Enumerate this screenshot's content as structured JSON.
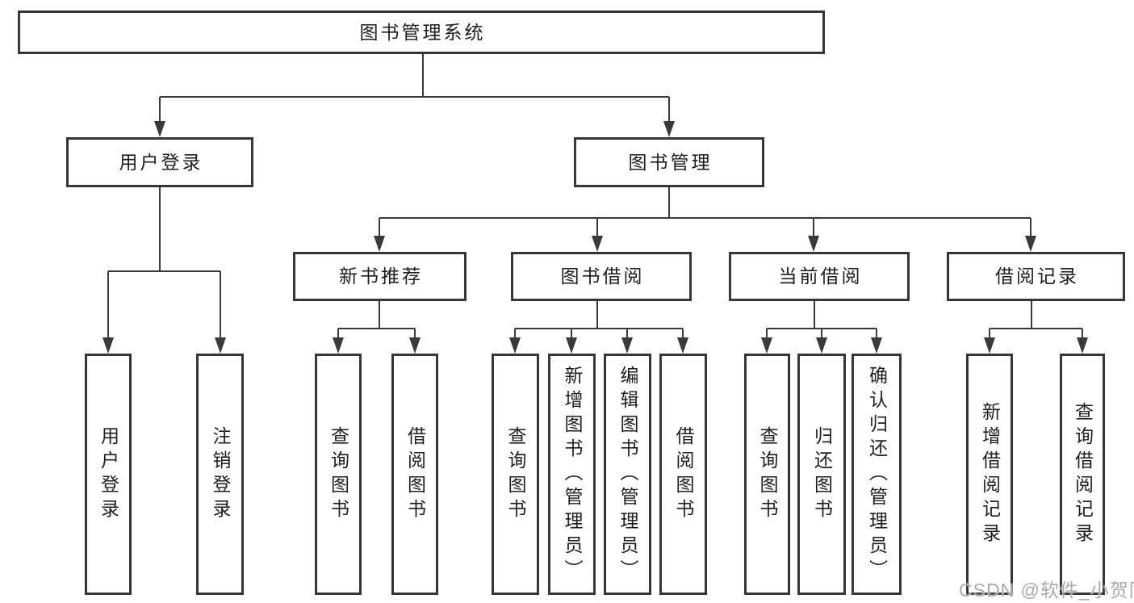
{
  "diagram": {
    "root_label": "图书管理系统",
    "branches": {
      "user_login": {
        "label": "用户登录",
        "children": [
          {
            "label": "用户登录"
          },
          {
            "label": "注销登录"
          }
        ]
      },
      "book_management": {
        "label": "图书管理",
        "children": [
          {
            "label": "新书推荐",
            "children": [
              {
                "label": "查询图书"
              },
              {
                "label": "借阅图书"
              }
            ]
          },
          {
            "label": "图书借阅",
            "children": [
              {
                "label": "查询图书"
              },
              {
                "label": "新增图书（管理员）"
              },
              {
                "label": "编辑图书（管理员）"
              },
              {
                "label": "借阅图书"
              }
            ]
          },
          {
            "label": "当前借阅",
            "children": [
              {
                "label": "查询图书"
              },
              {
                "label": "归还图书"
              },
              {
                "label": "确认归还（管理员）"
              }
            ]
          },
          {
            "label": "借阅记录",
            "children": [
              {
                "label": "新增借阅记录"
              },
              {
                "label": "查询借阅记录"
              }
            ]
          }
        ]
      }
    }
  },
  "watermark": {
    "text": "CSDN @软件_小贺同学"
  },
  "colors": {
    "line": "#3a3a3a",
    "border": "#363636",
    "text": "#1e1e1e",
    "watermark": "#a9a9a9",
    "background": "#ffffff"
  }
}
